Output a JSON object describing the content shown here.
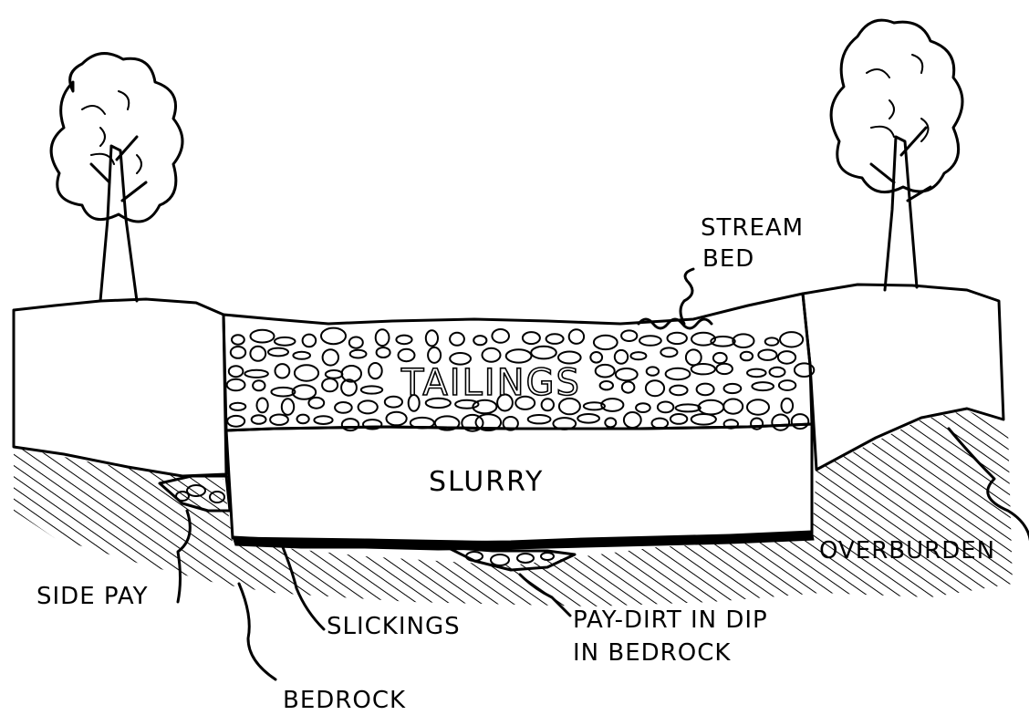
{
  "labels": {
    "tailings": "TAILINGS",
    "slurry": "SLURRY",
    "stream_bed_line1": "STREAM",
    "stream_bed_line2": "BED",
    "overburden": "OVERBURDEN",
    "side_pay": "SIDE PAY",
    "slickings": "SLICKINGS",
    "pay_dirt_line1": "PAY-DIRT IN DIP",
    "pay_dirt_line2": "IN BEDROCK",
    "bedrock": "BEDROCK"
  }
}
